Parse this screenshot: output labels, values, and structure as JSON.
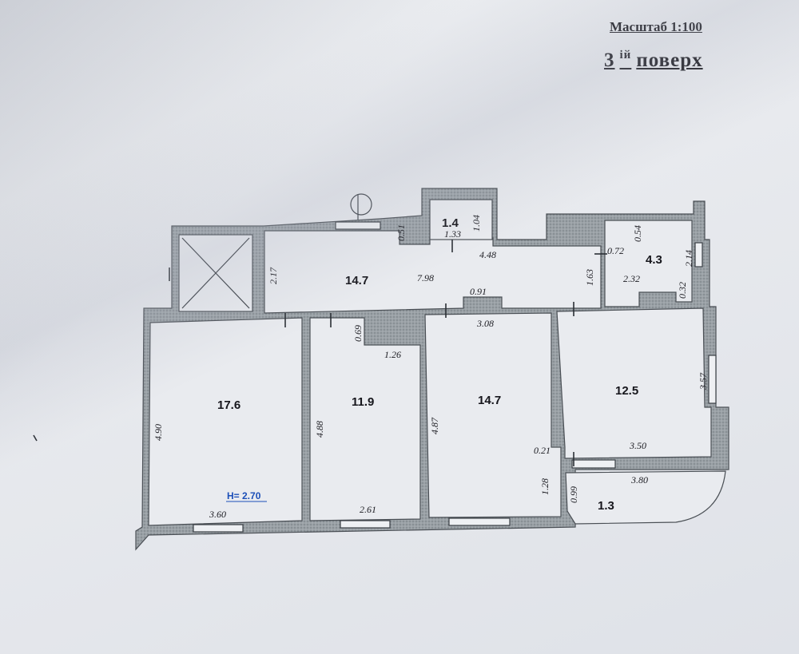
{
  "header": {
    "scale": "Масштаб 1:100",
    "floor_number": "3",
    "floor_suffix": "ій",
    "floor_word": "поверх"
  },
  "rooms": {
    "bedroom_left": "17.6",
    "bedroom_mid": "11.9",
    "bedroom_center": "14.7",
    "bedroom_right": "12.5",
    "corridor": "14.7",
    "pantry": "1.4",
    "bathroom": "4.3",
    "balcony": "1.3"
  },
  "height_label": "H= 2.70",
  "dimensions": {
    "d_2_17": "2.17",
    "d_7_98": "7.98",
    "d_0_51": "0.51",
    "d_1_33": "1.33",
    "d_1_04": "1.04",
    "d_4_48": "4.48",
    "d_0_72": "0.72",
    "d_0_54": "0.54",
    "d_2_14": "2.14",
    "d_1_63": "1.63",
    "d_2_32": "2.32",
    "d_0_32": "0.32",
    "d_0_91": "0.91",
    "d_3_08": "3.08",
    "d_0_69": "0.69",
    "d_1_26": "1.26",
    "d_4_90": "4.90",
    "d_4_88": "4.88",
    "d_4_87": "4.87",
    "d_3_57": "3.57",
    "d_0_21": "0.21",
    "d_3_50": "3.50",
    "d_3_80": "3.80",
    "d_1_28": "1.28",
    "d_0_99": "0.99",
    "d_3_60": "3.60",
    "d_2_61": "2.61"
  }
}
